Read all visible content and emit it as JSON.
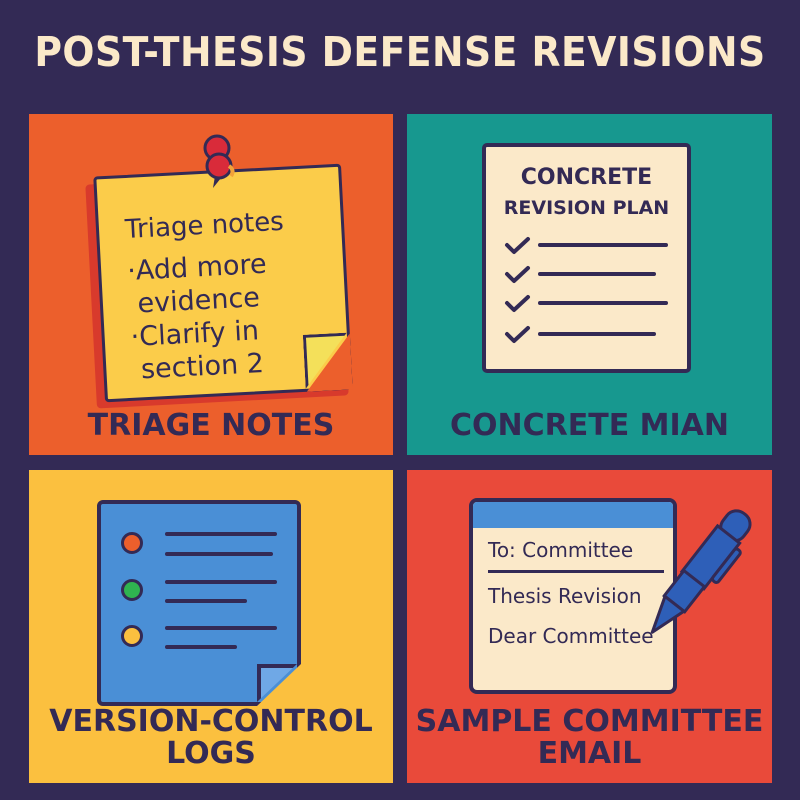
{
  "title": "POST-THESIS DEFENSE REVISIONS",
  "colors": {
    "background": "#332a55",
    "title_text": "#fbe9c9",
    "panel_triage": "#ec5f2c",
    "panel_plan": "#17988f",
    "panel_logs": "#fbc03f",
    "panel_email": "#e94a3a",
    "ink": "#332a55"
  },
  "panels": [
    {
      "label": "TRIAGE NOTES",
      "icon": "sticky-note-icon",
      "note": {
        "heading": "Triage notes",
        "items": [
          "Add more",
          "evidence",
          "Clarify in",
          "section 2"
        ]
      }
    },
    {
      "label": "CONCRETE MIAN",
      "icon": "checklist-icon",
      "doc": {
        "title_line1": "CONCRETE",
        "title_line2": "REVISION PLAN",
        "checked_items": 4
      }
    },
    {
      "label_line1": "VERSION-CONTROL",
      "label_line2": "LOGS",
      "icon": "log-document-icon",
      "status_dots": [
        "#ec5f2c",
        "#2fb350",
        "#fbc03f"
      ]
    },
    {
      "label_line1": "SAMPLE COMMITTEE",
      "label_line2": "EMAIL",
      "icon": "email-pen-icon",
      "email": {
        "to": "To: Committee",
        "subject": "Thesis Revision",
        "greeting": "Dear Committee"
      }
    }
  ]
}
